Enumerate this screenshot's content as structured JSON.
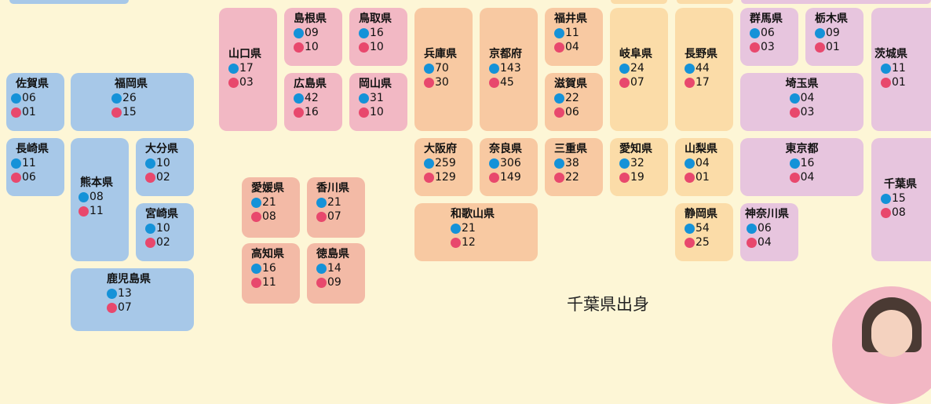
{
  "prefectures": {
    "saga": {
      "name": "佐賀県",
      "blue": "06",
      "pink": "01"
    },
    "fukuoka": {
      "name": "福岡県",
      "blue": "26",
      "pink": "15"
    },
    "nagasaki": {
      "name": "長崎県",
      "blue": "11",
      "pink": "06"
    },
    "kumamoto": {
      "name": "熊本県",
      "blue": "08",
      "pink": "11"
    },
    "oita": {
      "name": "大分県",
      "blue": "10",
      "pink": "02"
    },
    "miyazaki": {
      "name": "宮崎県",
      "blue": "10",
      "pink": "02"
    },
    "kagoshima": {
      "name": "鹿児島県",
      "blue": "13",
      "pink": "07"
    },
    "yamaguchi": {
      "name": "山口県",
      "blue": "17",
      "pink": "03"
    },
    "shimane": {
      "name": "島根県",
      "blue": "09",
      "pink": "10"
    },
    "tottori": {
      "name": "鳥取県",
      "blue": "16",
      "pink": "10"
    },
    "hiroshima": {
      "name": "広島県",
      "blue": "42",
      "pink": "16"
    },
    "okayama": {
      "name": "岡山県",
      "blue": "31",
      "pink": "10"
    },
    "ehime": {
      "name": "愛媛県",
      "blue": "21",
      "pink": "08"
    },
    "kagawa": {
      "name": "香川県",
      "blue": "21",
      "pink": "07"
    },
    "kochi": {
      "name": "高知県",
      "blue": "16",
      "pink": "11"
    },
    "tokushima": {
      "name": "徳島県",
      "blue": "14",
      "pink": "09"
    },
    "hyogo": {
      "name": "兵庫県",
      "blue": "70",
      "pink": "30"
    },
    "kyoto": {
      "name": "京都府",
      "blue": "143",
      "pink": "45"
    },
    "fukui": {
      "name": "福井県",
      "blue": "11",
      "pink": "04"
    },
    "shiga": {
      "name": "滋賀県",
      "blue": "22",
      "pink": "06"
    },
    "osaka": {
      "name": "大阪府",
      "blue": "259",
      "pink": "129"
    },
    "nara": {
      "name": "奈良県",
      "blue": "306",
      "pink": "149"
    },
    "mie": {
      "name": "三重県",
      "blue": "38",
      "pink": "22"
    },
    "wakayama": {
      "name": "和歌山県",
      "blue": "21",
      "pink": "12"
    },
    "gifu": {
      "name": "岐阜県",
      "blue": "24",
      "pink": "07"
    },
    "nagano": {
      "name": "長野県",
      "blue": "44",
      "pink": "17"
    },
    "aichi": {
      "name": "愛知県",
      "blue": "32",
      "pink": "19"
    },
    "yamanashi": {
      "name": "山梨県",
      "blue": "04",
      "pink": "01"
    },
    "shizuoka": {
      "name": "静岡県",
      "blue": "54",
      "pink": "25"
    },
    "gunma": {
      "name": "群馬県",
      "blue": "06",
      "pink": "03"
    },
    "tochigi": {
      "name": "栃木県",
      "blue": "09",
      "pink": "01"
    },
    "ibaraki": {
      "name": "茨城県",
      "blue": "11",
      "pink": "01"
    },
    "saitama": {
      "name": "埼玉県",
      "blue": "04",
      "pink": "03"
    },
    "tokyo": {
      "name": "東京都",
      "blue": "16",
      "pink": "04"
    },
    "chiba": {
      "name": "千葉県",
      "blue": "15",
      "pink": "08"
    },
    "kanagawa": {
      "name": "神奈川県",
      "blue": "06",
      "pink": "04"
    }
  },
  "caption": "千葉県出身",
  "colors": {
    "blue": "#1592d8",
    "pink": "#e8486d",
    "kyushu": "#a7c8e8",
    "chugoku": "#f2b8c4",
    "shikoku": "#f3baa6",
    "kinki": "#f8c9a2",
    "chubu": "#fbdca8",
    "kanto": "#e7c5de"
  }
}
